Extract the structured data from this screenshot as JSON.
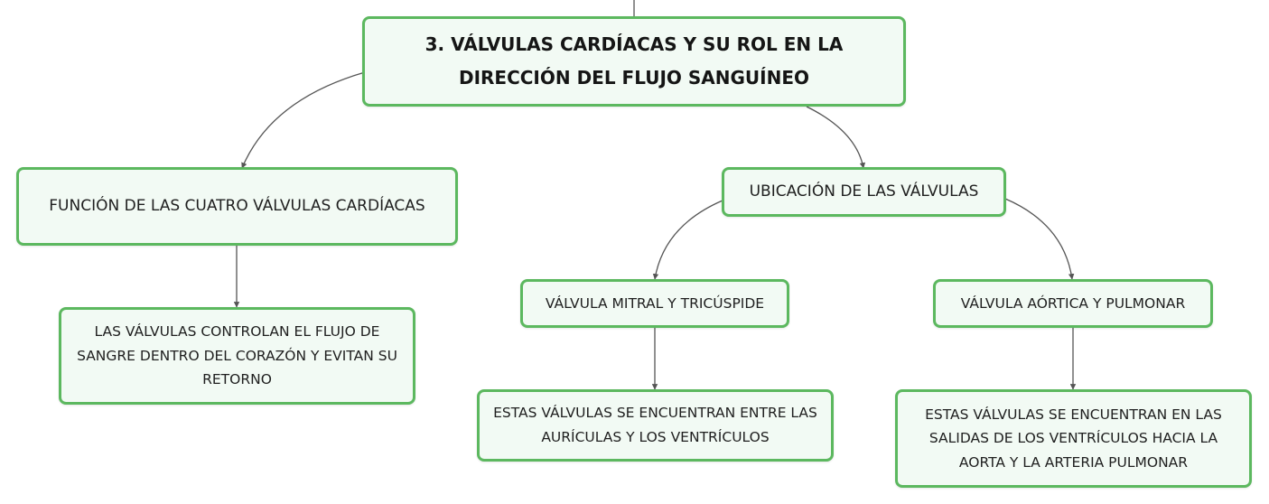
{
  "colors": {
    "node_border": "#5cb85f",
    "node_fill": "#f2faf4",
    "connector": "#555555",
    "text": "#1f1f1f"
  },
  "diagram": {
    "root": {
      "label": "3. VÁLVULAS CARDÍACAS Y SU ROL EN LA DIRECCIÓN DEL FLUJO SANGUÍNEO"
    },
    "funcion": {
      "label": "FUNCIÓN DE LAS CUATRO VÁLVULAS CARDÍACAS",
      "detail": "LAS VÁLVULAS CONTROLAN EL FLUJO DE SANGRE DENTRO DEL CORAZÓN Y EVITAN SU RETORNO"
    },
    "ubicacion": {
      "label": "UBICACIÓN DE LAS VÁLVULAS",
      "mitral_tricuspide": {
        "label": "VÁLVULA MITRAL Y TRICÚSPIDE",
        "detail": "ESTAS VÁLVULAS SE ENCUENTRAN ENTRE LAS AURÍCULAS Y LOS VENTRÍCULOS"
      },
      "aortica_pulmonar": {
        "label": "VÁLVULA AÓRTICA Y PULMONAR",
        "detail": "ESTAS VÁLVULAS SE ENCUENTRAN EN LAS SALIDAS DE LOS VENTRÍCULOS HACIA LA AORTA Y LA ARTERIA PULMONAR"
      }
    }
  }
}
